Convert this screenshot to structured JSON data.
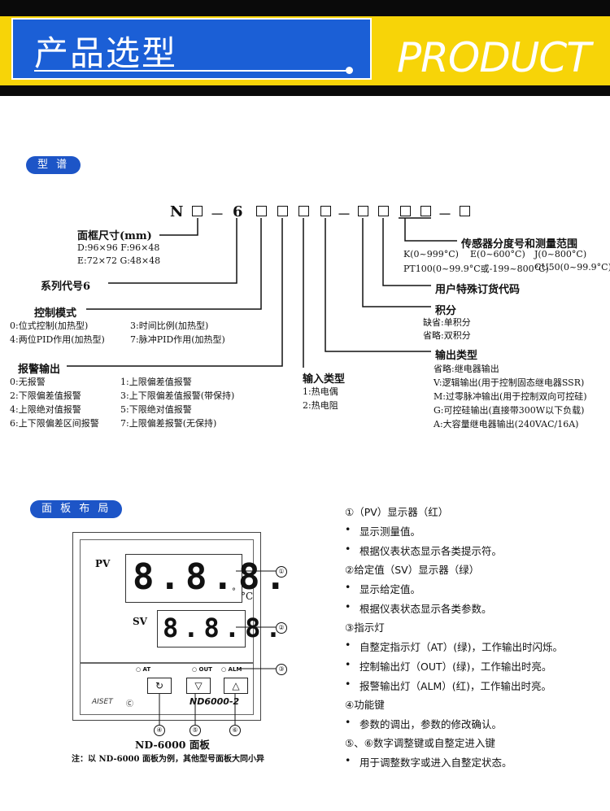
{
  "header": {
    "title_cn": "产品选型",
    "title_en": "PRODUCT"
  },
  "section1": {
    "tag": "型 谱",
    "model_code": {
      "n": "N",
      "dash1": "－",
      "six": "6",
      "dash2": "－",
      "dash3": "－"
    },
    "frame": {
      "title": "面框尺寸(mm)",
      "line1": "D:96×96  F:96×48",
      "line2": "E:72×72  G:48×48"
    },
    "series": {
      "title": "系列代号6"
    },
    "control": {
      "title": "控制模式",
      "items": [
        "0:位式控制(加热型)",
        "3:时间比例(加热型)",
        "4:两位PID作用(加热型)",
        "7:脉冲PID作用(加热型)"
      ]
    },
    "alarm": {
      "title": "报警输出",
      "items": [
        "0:无报警",
        "1:上限偏差值报警",
        "2:下限偏差值报警",
        "3:上下限偏差值报警(带保持)",
        "4:上限绝对值报警",
        "5:下限绝对值报警",
        "6:上下限偏差区间报警",
        "7:上限偏差报警(无保持)"
      ]
    },
    "input": {
      "title": "输入类型",
      "items": [
        "1:热电偶",
        "2:热电阻"
      ]
    },
    "output": {
      "title": "输出类型",
      "items": [
        "省略:继电器输出",
        "V:逻辑输出(用于控制固态继电器SSR)",
        "M:过零脉冲输出(用于控制双向可控硅)",
        "G:可控硅输出(直接带300W以下负载)",
        "A:大容量继电器输出(240VAC/16A)"
      ]
    },
    "integral": {
      "title": "积分",
      "items": [
        "缺省:单积分",
        "省略:双积分"
      ]
    },
    "special": {
      "title": "用户特殊订货代码"
    },
    "sensor": {
      "title": "传感器分度号和测量范围",
      "r1a": "K(0~999°C)",
      "r1b": "E(0~600°C)",
      "r1c": "J(0~800°C)",
      "r2a": "PT100(0~99.9°C或-199~800°C)",
      "r2b": "CU50(0~99.9°C)"
    }
  },
  "section2": {
    "tag": "面 板 布 局",
    "panel": {
      "pv": "PV",
      "sv": "SV",
      "pv_digits": "8.8.8.",
      "sv_digits": "8.8.8.",
      "unit": "°C",
      "unit_small": "°",
      "at": "AT",
      "out": "OUT",
      "alm": "ALM",
      "brand": "AISET",
      "model": "ND6000-2",
      "key1": "↻",
      "key2": "▽",
      "key3": "△"
    },
    "callouts": [
      "①",
      "②",
      "③",
      "④",
      "⑤",
      "⑥"
    ],
    "caption": "ND-6000 面板",
    "note": "注：以 ND-6000 面板为例，其他型号面板大同小异",
    "desc": [
      {
        "h": "①（PV）显示器（红）",
        "b": [
          "显示测量值。",
          "根据仪表状态显示各类提示符。"
        ]
      },
      {
        "h": "②给定值（SV）显示器（绿）",
        "b": [
          "显示给定值。",
          "根据仪表状态显示各类参数。"
        ]
      },
      {
        "h": "③指示灯",
        "b": [
          "自整定指示灯（AT）(绿)，工作输出时闪烁。",
          "控制输出灯（OUT）(绿)，工作输出时亮。",
          "报警输出灯（ALM）(红)，工作输出时亮。"
        ]
      },
      {
        "h": "④功能键",
        "b": [
          "参数的调出，参数的修改确认。"
        ]
      },
      {
        "h": "⑤、⑥数字调整键或自整定进入键",
        "b": [
          "用于调整数字或进入自整定状态。"
        ]
      }
    ]
  }
}
